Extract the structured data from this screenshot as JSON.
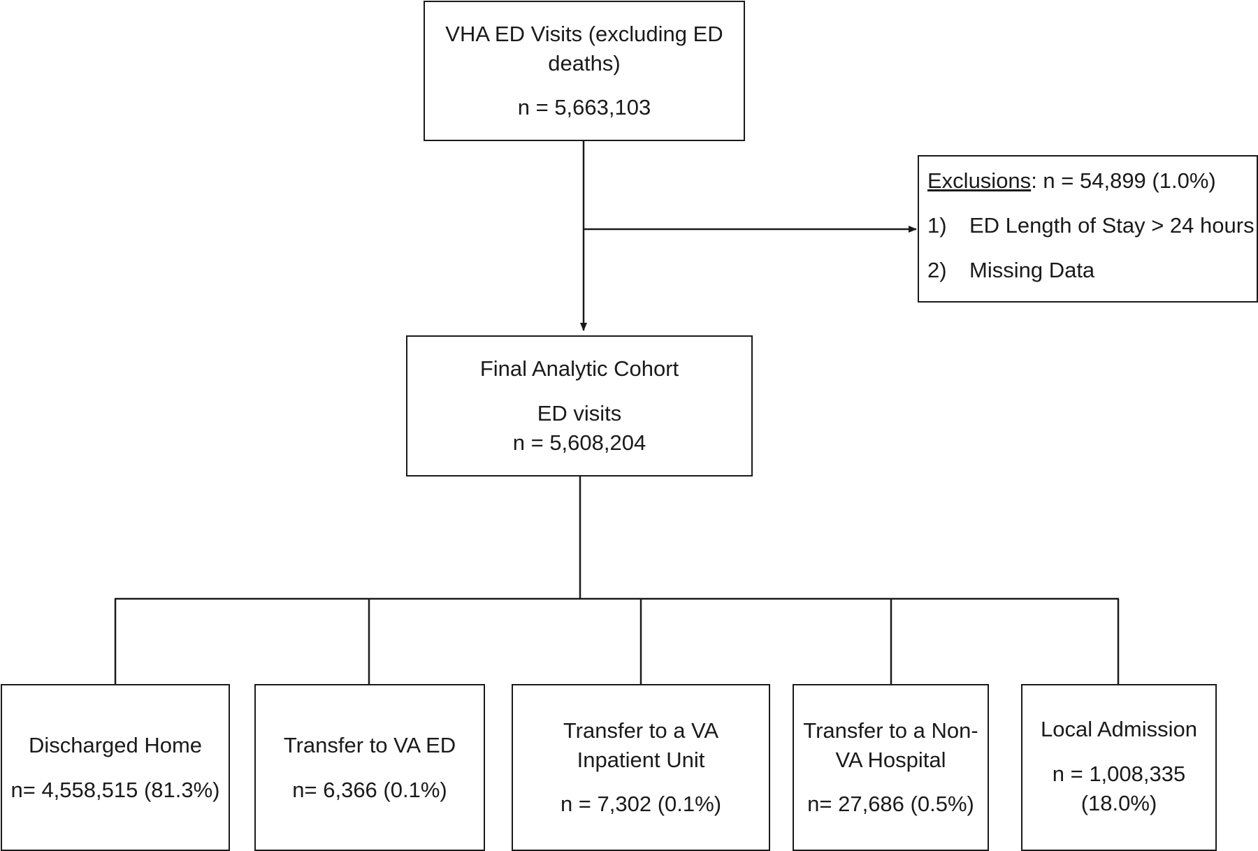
{
  "top_box": {
    "line1": "VHA ED Visits (excluding ED",
    "line2": "deaths)",
    "count": "n = 5,663,103"
  },
  "exclusions": {
    "heading": "Exclusions",
    "summary": ": n = 54,899 (1.0%)",
    "items": [
      {
        "num": "1)",
        "text": "ED Length of Stay > 24 hours"
      },
      {
        "num": "2)",
        "text": "Missing Data"
      }
    ]
  },
  "cohort_box": {
    "title": "Final Analytic Cohort",
    "subtitle": "ED visits",
    "count": "n = 5,608,204"
  },
  "outcomes": [
    {
      "line1": "Discharged Home",
      "line2": "",
      "count": "n= 4,558,515 (81.3%)",
      "count2": ""
    },
    {
      "line1": "Transfer to VA ED",
      "line2": "",
      "count": "n= 6,366 (0.1%)",
      "count2": ""
    },
    {
      "line1": "Transfer to a VA",
      "line2": "Inpatient Unit",
      "count": "n = 7,302 (0.1%)",
      "count2": ""
    },
    {
      "line1": "Transfer to a Non-",
      "line2": "VA Hospital",
      "count": "n= 27,686 (0.5%)",
      "count2": ""
    },
    {
      "line1": "Local Admission",
      "line2": "",
      "count": "n = 1,008,335",
      "count2": "(18.0%)"
    }
  ]
}
